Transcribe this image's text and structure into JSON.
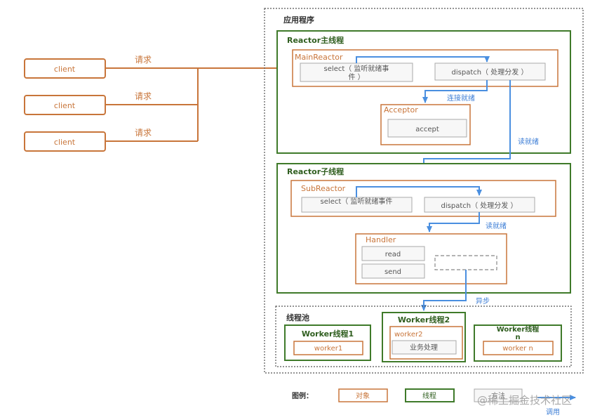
{
  "colors": {
    "object": "#c8753a",
    "thread": "#3f7a2a",
    "dashed": "#555555",
    "blue": "#4a8fe0",
    "inner_box_border": "#a9a9a9",
    "inner_box_fill": "#f7f7f7",
    "label_text": "#333333",
    "object_text": "#c8753a",
    "thread_text": "#2f5e1f",
    "blue_text": "#3f7fd6",
    "watermark": "#9a9a9a"
  },
  "clients": {
    "labels": [
      "client",
      "client",
      "client"
    ],
    "request_label": "请求"
  },
  "app": {
    "title": "应用程序",
    "main_thread": {
      "title": "Reactor主线程",
      "main_reactor": {
        "title": "MainReactor",
        "select_line1": "select（ 监听就绪事",
        "select_line2": "件 ）",
        "dispatch": "dispatch（ 处理分发 ）"
      },
      "connect_ready": "连接就绪",
      "acceptor": {
        "title": "Acceptor",
        "accept": "accept"
      },
      "read_ready": "读就绪"
    },
    "sub_thread": {
      "title": "Reactor子线程",
      "sub_reactor": {
        "title": "SubReactor",
        "select": "select（ 监听就绪事件",
        "dispatch": "dispatch（ 处理分发 ）"
      },
      "read_ready": "读就绪",
      "handler": {
        "title": "Handler",
        "read": "read",
        "send": "send"
      },
      "async": "异步"
    },
    "pool": {
      "title": "线程池",
      "worker1": {
        "title": "Worker线程1",
        "inner": "worker1"
      },
      "worker2": {
        "title": "Worker线程2",
        "inner": "worker2",
        "task": "业务处理"
      },
      "workern": {
        "title_line1": "Worker线程",
        "title_line2": "n",
        "inner": "worker n"
      }
    }
  },
  "legend": {
    "label": "图例：",
    "object": "对象",
    "thread": "线程",
    "call_box": "方法",
    "call": "调用"
  },
  "watermark": "@稀土掘金技术社区"
}
